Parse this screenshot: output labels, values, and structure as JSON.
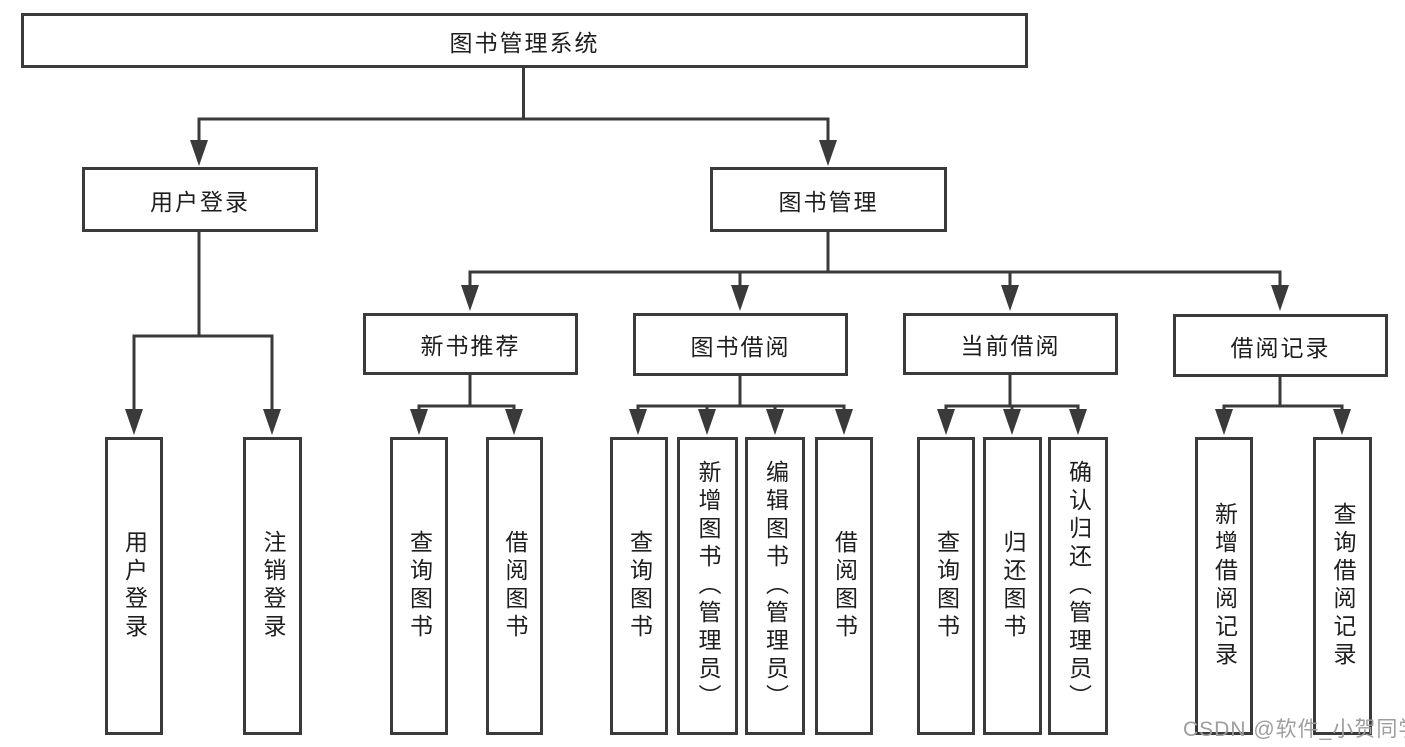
{
  "title": "图书管理系统",
  "watermark": "CSDN @软件_小贺同学",
  "login": {
    "label": "用户登录",
    "children": [
      "用户登录",
      "注销登录"
    ]
  },
  "management": {
    "label": "图书管理",
    "branches": [
      {
        "label": "新书推荐",
        "children": [
          "查询图书",
          "借阅图书"
        ]
      },
      {
        "label": "图书借阅",
        "children": [
          "查询图书",
          "新增图书（管理员）",
          "编辑图书（管理员）",
          "借阅图书"
        ]
      },
      {
        "label": "当前借阅",
        "children": [
          "查询图书",
          "归还图书",
          "确认归还（管理员）"
        ]
      },
      {
        "label": "借阅记录",
        "children": [
          "新增借阅记录",
          "查询借阅记录"
        ]
      }
    ]
  },
  "colors": {
    "line": "#3a3a3a",
    "text": "#1e1e1e",
    "background": "#ffffff",
    "watermark": "#9e9e9e"
  }
}
